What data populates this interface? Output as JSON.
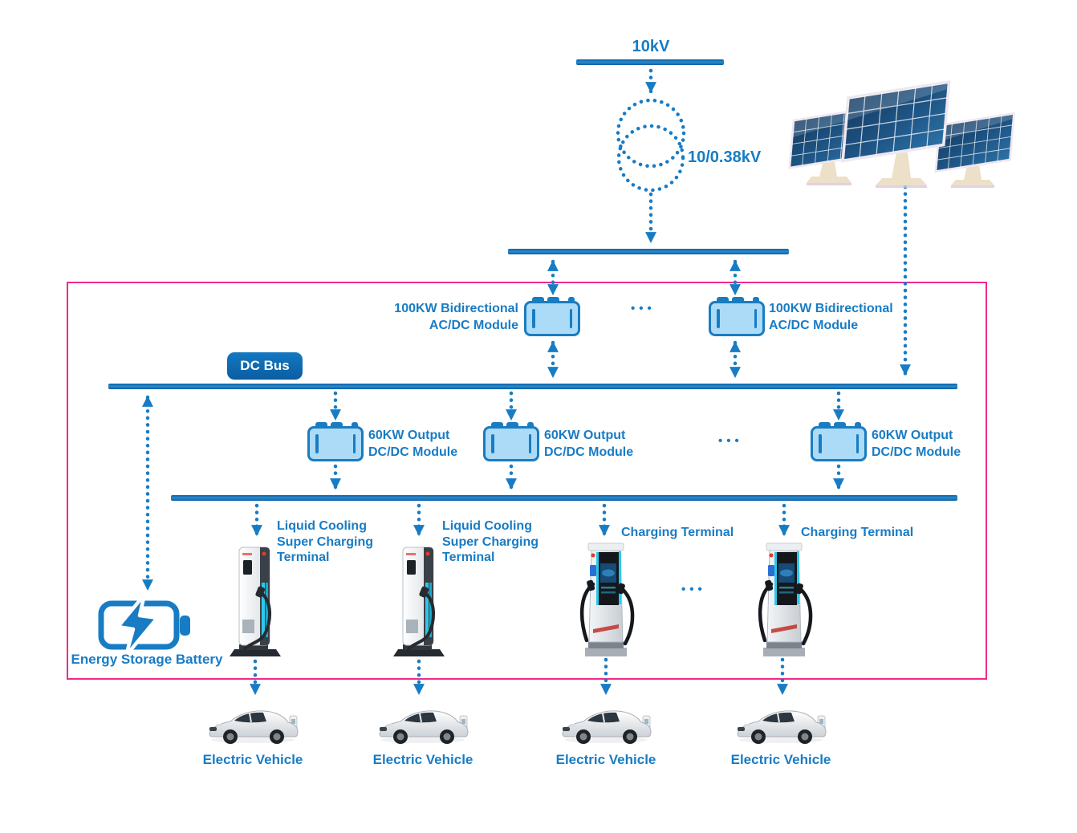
{
  "colors": {
    "accent_blue": "#187cc4",
    "bus_blue": "#0d5ea6",
    "module_fill": "#abdbf7",
    "module_border": "#1a7cc0",
    "boundary_pink": "#ee2a8b",
    "pill_bg": "#0b5da2",
    "cyan_strip": "#2ec7e8"
  },
  "top": {
    "grid_label": "10kV",
    "transformer_label": "10/0.38kV"
  },
  "acdc_row": {
    "left_label": "100KW Bidirectional\nAC/DC Module",
    "right_label": "100KW Bidirectional\nAC/DC Module",
    "ellipsis": "•••"
  },
  "dc_bus": {
    "label": "DC Bus"
  },
  "dcdc_row": {
    "labels": [
      "60KW Output\nDC/DC Module",
      "60KW Output\nDC/DC Module",
      "60KW Output\nDC/DC Module"
    ],
    "ellipsis": "•••"
  },
  "terminals": {
    "liquid_labels": [
      "Liquid Cooling\nSuper Charging\nTerminal",
      "Liquid Cooling\nSuper Charging\nTerminal"
    ],
    "charging_labels": [
      "Charging Terminal",
      "Charging Terminal"
    ],
    "ellipsis": "•••"
  },
  "storage": {
    "label": "Energy Storage Battery"
  },
  "vehicles": {
    "labels": [
      "Electric Vehicle",
      "Electric Vehicle",
      "Electric Vehicle",
      "Electric Vehicle"
    ]
  }
}
